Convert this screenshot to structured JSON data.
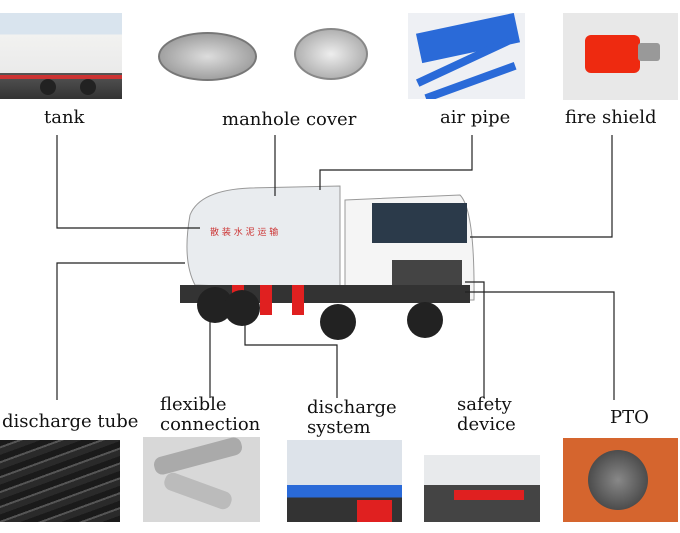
{
  "labels": {
    "tank": "tank",
    "manhole_cover": "manhole cover",
    "air_pipe": "air pipe",
    "fire_shield": "fire shield",
    "discharge_tube": "discharge tube",
    "flexible_connection_1": "flexible",
    "flexible_connection_2": "connection",
    "discharge_system_1": "discharge",
    "discharge_system_2": "system",
    "safety_device_1": "safety",
    "safety_device_2": "device",
    "pto": "PTO"
  },
  "colors": {
    "line": "#222222",
    "accent_red": "#e02020",
    "blue": "#2a6ad8"
  }
}
